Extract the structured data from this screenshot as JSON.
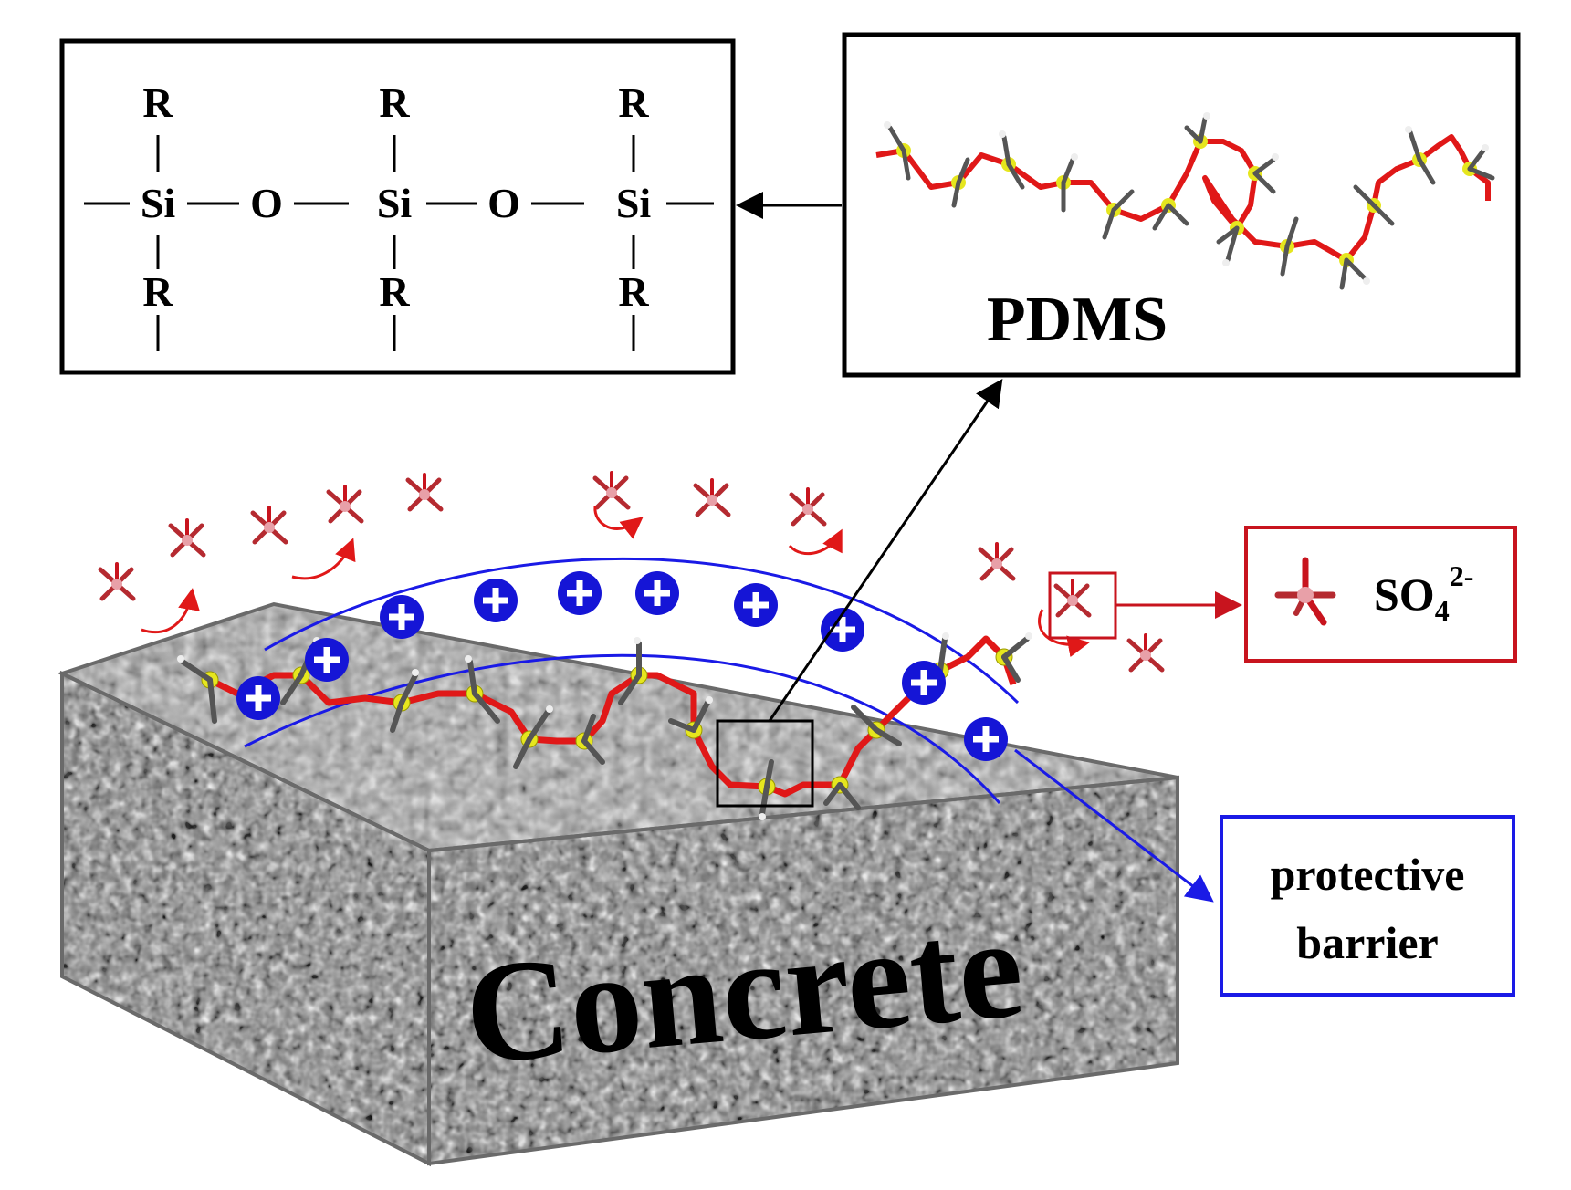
{
  "structure_box": {
    "r_label": "R",
    "si_label": "Si",
    "o_label": "O"
  },
  "pdms_box": {
    "label": "PDMS"
  },
  "sulfate_box": {
    "formula": "SO",
    "subscript": "4",
    "superscript": "2-"
  },
  "barrier_box": {
    "line1": "protective",
    "line2": "barrier"
  },
  "block": {
    "label": "Concrete"
  },
  "colors": {
    "positive_charge": "#1515d6",
    "barrier_line": "#1a1ae6",
    "sulfate": "#c8141e",
    "sulfate_ion": "#e8a0a8",
    "silicon": "#e6e61e",
    "oxygen_bond": "#e01818",
    "methyl": "#555555"
  },
  "icons": [
    "sulfate-ion-icon",
    "positive-charge-icon",
    "arrow-icon"
  ]
}
